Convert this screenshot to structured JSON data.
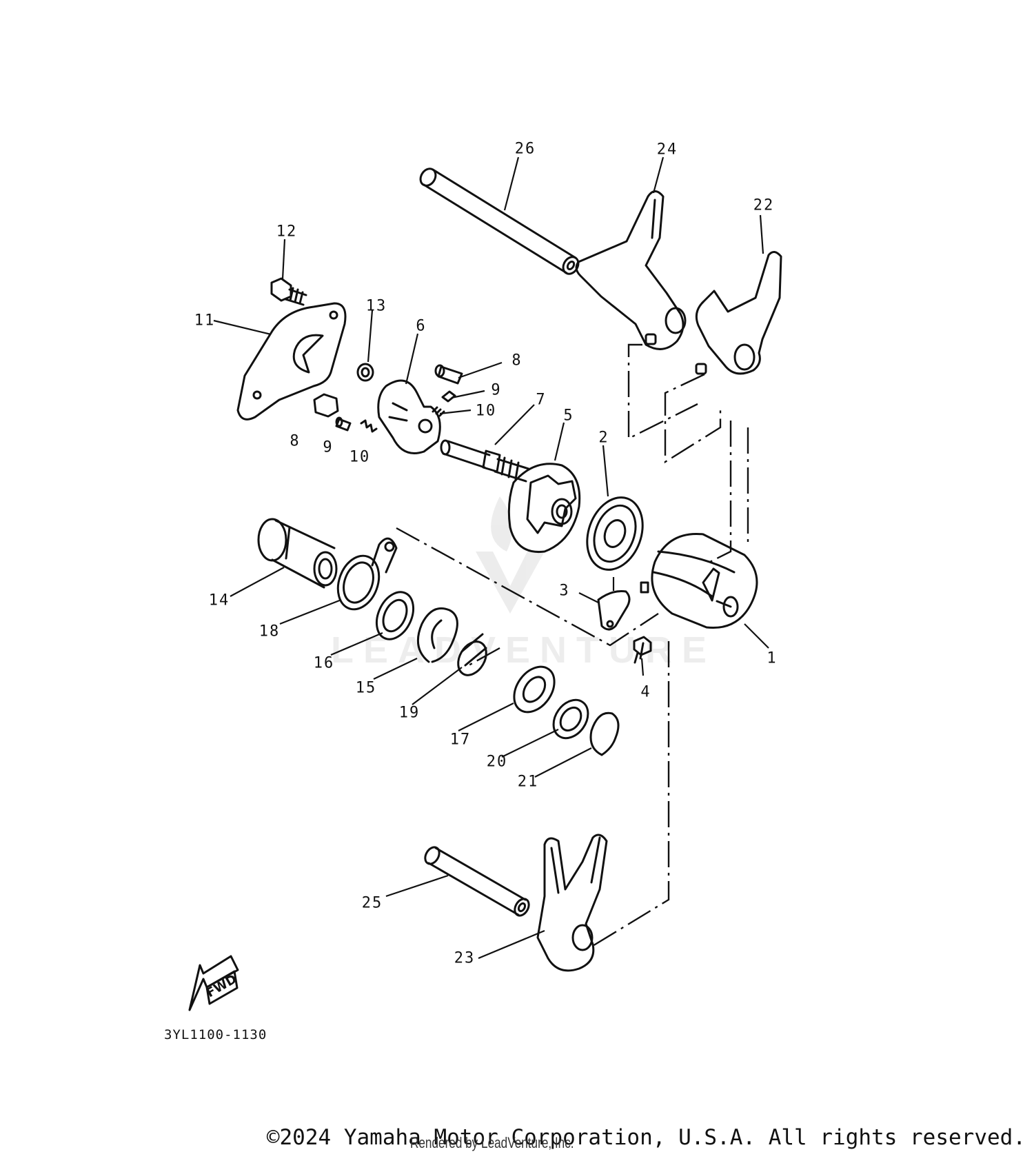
{
  "diagram": {
    "code": "3YL1100-1130",
    "fwd_label": "FWD",
    "watermark": "LEADVENTURE",
    "callouts": {
      "c1": "1",
      "c2": "2",
      "c3": "3",
      "c4": "4",
      "c5": "5",
      "c6": "6",
      "c7": "7",
      "c8a": "8",
      "c8b": "8",
      "c9a": "9",
      "c9b": "9",
      "c10a": "10",
      "c10b": "10",
      "c11": "11",
      "c12": "12",
      "c13": "13",
      "c14": "14",
      "c15": "15",
      "c16": "16",
      "c17": "17",
      "c18": "18",
      "c19": "19",
      "c20": "20",
      "c21": "21",
      "c22": "22",
      "c23": "23",
      "c24": "24",
      "c25": "25",
      "c26": "26"
    }
  },
  "footer": {
    "copyright": "©2024 Yamaha Motor Corporation, U.S.A. All rights reserved.",
    "render_credit": "Rendered by LeadVenture, Inc."
  }
}
